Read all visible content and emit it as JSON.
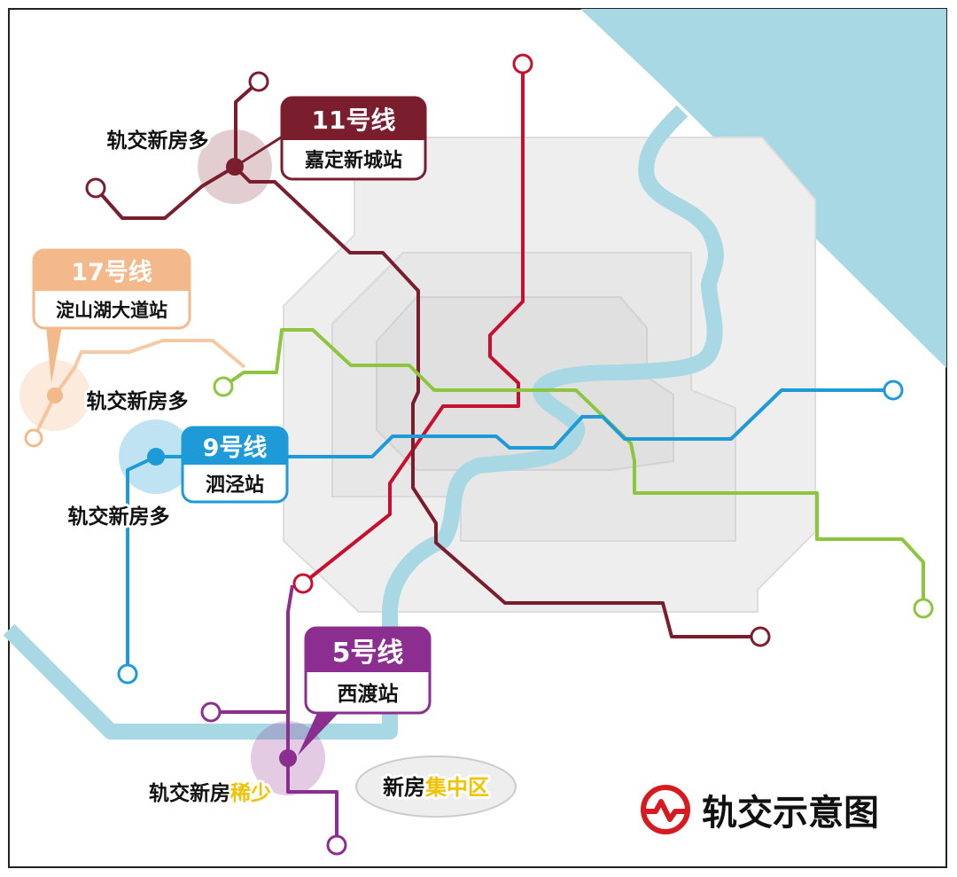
{
  "legend": {
    "title": "轨交示意图"
  },
  "colors": {
    "line11": "#7a1e2e",
    "line17": "#f4b98a",
    "line9": "#1e9ad8",
    "line5": "#8b2e8f",
    "red_line": "#c8102e",
    "green_line": "#8cc63f",
    "river": "#a8d8e3",
    "ring": "#ececec"
  },
  "callouts": {
    "line11": {
      "line": "11号线",
      "station": "嘉定新城站"
    },
    "line17": {
      "line": "17号线",
      "station": "淀山湖大道站"
    },
    "line9": {
      "line": "9号线",
      "station": "泗泾站"
    },
    "line5": {
      "line": "5号线",
      "station": "西渡站"
    }
  },
  "notes": {
    "line11": "轨交新房多",
    "line17": "轨交新房多",
    "line9": "轨交新房多",
    "line5_prefix": "轨交新房",
    "line5_highlight": "稀少"
  },
  "zone": {
    "prefix": "新房",
    "highlight": "集中区"
  }
}
